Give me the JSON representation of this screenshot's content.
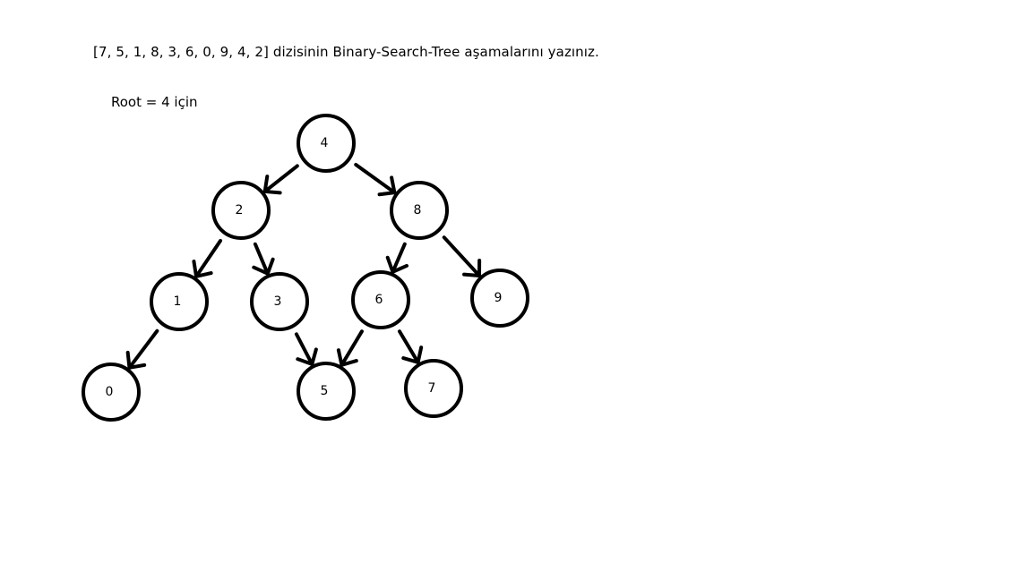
{
  "question": "[7, 5, 1, 8, 3, 6, 0, 9, 4, 2] dizisinin Binary-Search-Tree aşamalarını yazınız.",
  "root_note": "Root = 4 için",
  "tree": {
    "nodes": [
      {
        "id": "n4",
        "label": "4"
      },
      {
        "id": "n2",
        "label": "2"
      },
      {
        "id": "n8",
        "label": "8"
      },
      {
        "id": "n1",
        "label": "1"
      },
      {
        "id": "n3",
        "label": "3"
      },
      {
        "id": "n6",
        "label": "6"
      },
      {
        "id": "n9",
        "label": "9"
      },
      {
        "id": "n0",
        "label": "0"
      },
      {
        "id": "n5",
        "label": "5"
      },
      {
        "id": "n7",
        "label": "7"
      }
    ],
    "edges": [
      {
        "from": "n4",
        "to": "n2"
      },
      {
        "from": "n4",
        "to": "n8"
      },
      {
        "from": "n2",
        "to": "n1"
      },
      {
        "from": "n2",
        "to": "n3"
      },
      {
        "from": "n8",
        "to": "n6"
      },
      {
        "from": "n8",
        "to": "n9"
      },
      {
        "from": "n1",
        "to": "n0"
      },
      {
        "from": "n3",
        "to": "n5"
      },
      {
        "from": "n6",
        "to": "n5"
      },
      {
        "from": "n6",
        "to": "n7"
      }
    ]
  }
}
